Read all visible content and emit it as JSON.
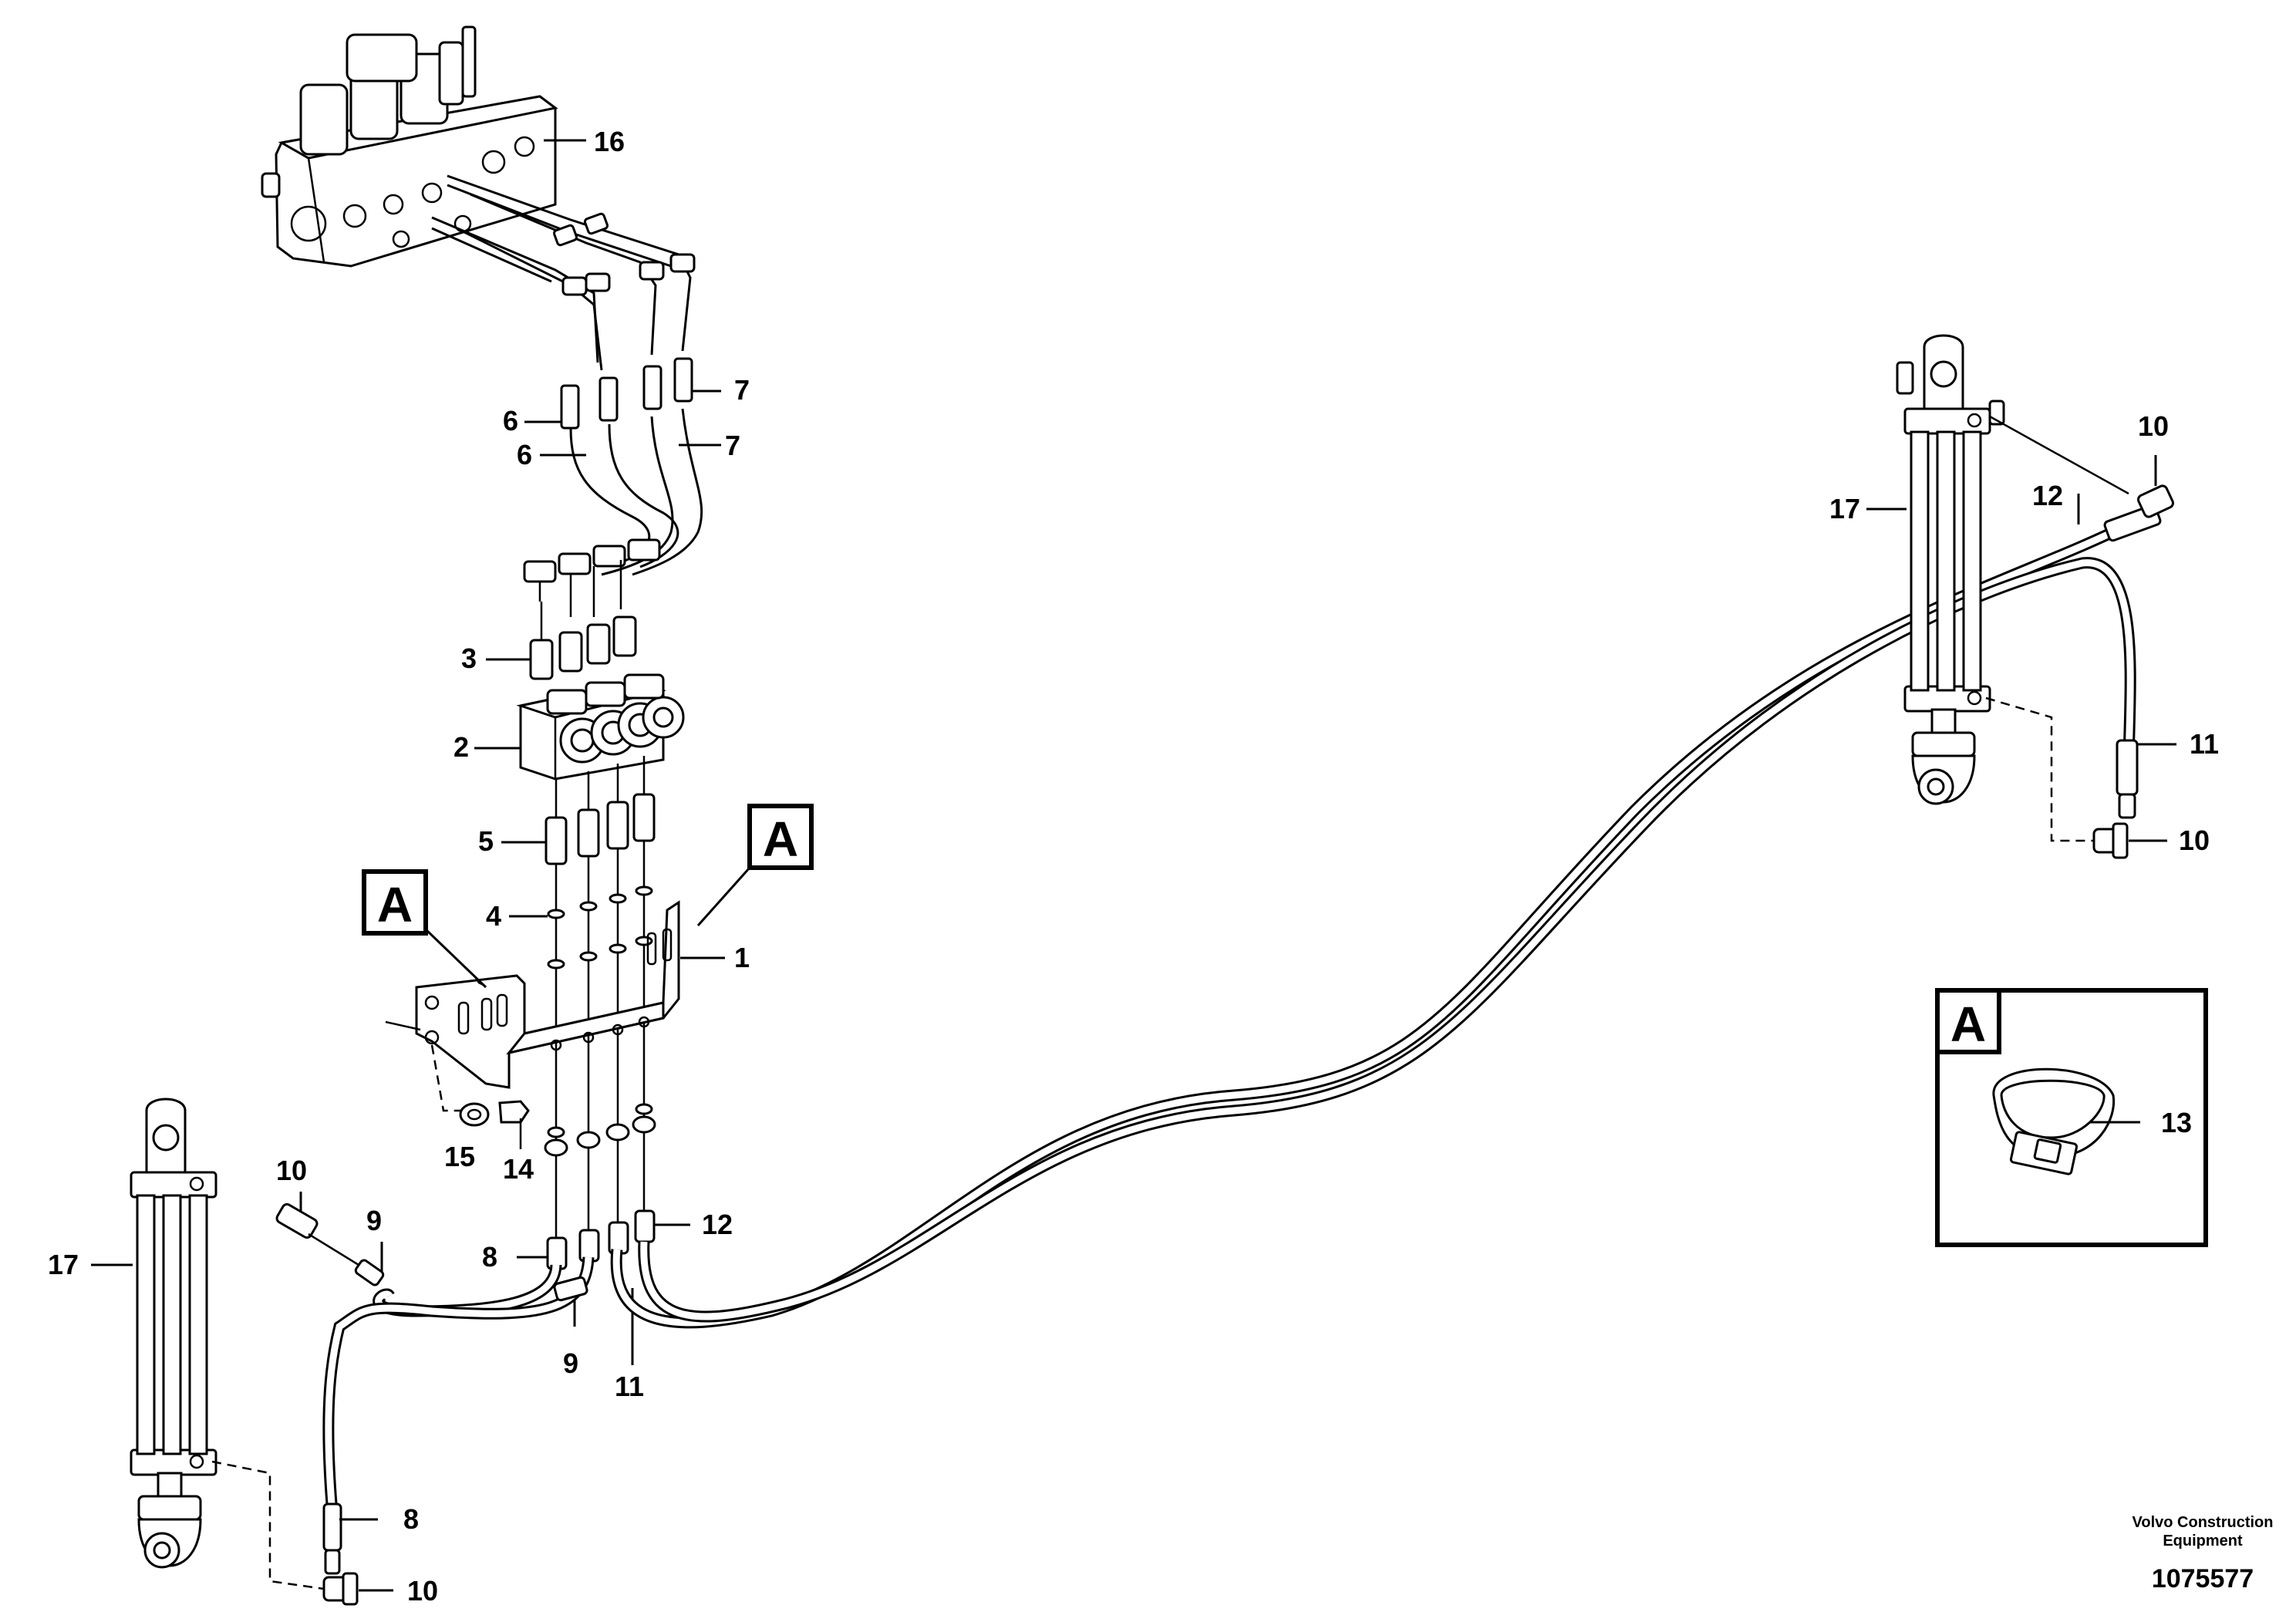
{
  "callouts": [
    "1",
    "2",
    "3",
    "4",
    "5",
    "6",
    "6",
    "7",
    "7",
    "8",
    "8",
    "9",
    "9",
    "10",
    "10",
    "10",
    "10",
    "11",
    "11",
    "12",
    "12",
    "13",
    "14",
    "15",
    "16",
    "17",
    "17"
  ],
  "detail_marker": "A",
  "detail_panel": {
    "title": "A",
    "part": "13"
  },
  "footer": {
    "publisher_line1": "Volvo Construction",
    "publisher_line2": "Equipment",
    "document_number": "1075577"
  }
}
